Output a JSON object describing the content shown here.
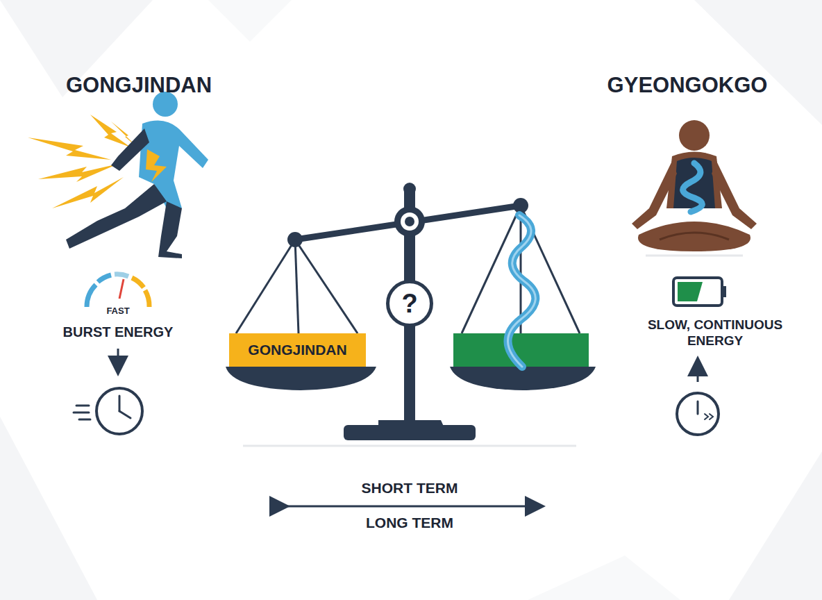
{
  "diagram": {
    "nodes": [
      {
        "text": [
          "GONGJINDAN"
        ]
      },
      {
        "text": [
          "?"
        ]
      }
    ],
    "labels": [
      "GONGJINDAN",
      "GYEONGOKGO",
      "FAST",
      "BURST ENERGY",
      "SLOW, CONTINUOUS ENERGY",
      "SHORT TERM",
      "LONG TERM"
    ]
  }
}
